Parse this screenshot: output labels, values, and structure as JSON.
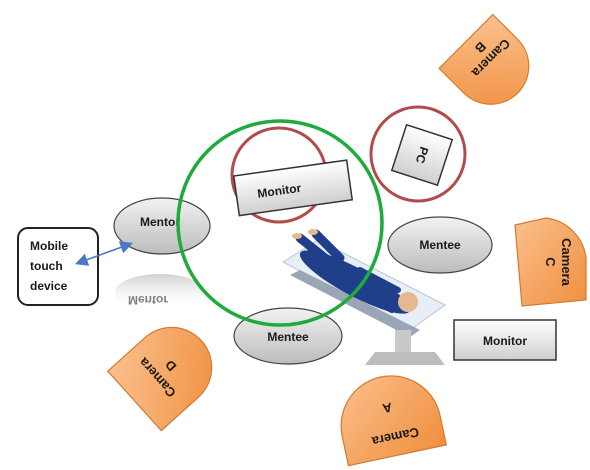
{
  "mobile_device": {
    "line1": "Mobile",
    "line2": "touch",
    "line3": "device"
  },
  "mentor": {
    "label": "Mentor",
    "reflection": "Mentor"
  },
  "mentees": [
    {
      "label": "Mentee"
    },
    {
      "label": "Mentee"
    }
  ],
  "monitors": [
    {
      "label": "Monitor"
    },
    {
      "label": "Monitor"
    }
  ],
  "pc": {
    "label": "PC"
  },
  "cameras": [
    {
      "name": "Camera",
      "letter": "A"
    },
    {
      "name": "Camera",
      "letter": "B"
    },
    {
      "name": "Camera",
      "letter": "C"
    },
    {
      "name": "Camera",
      "letter": "D"
    }
  ],
  "colors": {
    "camera_fill": "#f7a35c",
    "camera_stroke": "#d37a2e",
    "oval_fill": "#d6d6d6",
    "green_ring": "#1faa3c",
    "red_ring": "#b24b4b",
    "arrow": "#4a78c2"
  }
}
